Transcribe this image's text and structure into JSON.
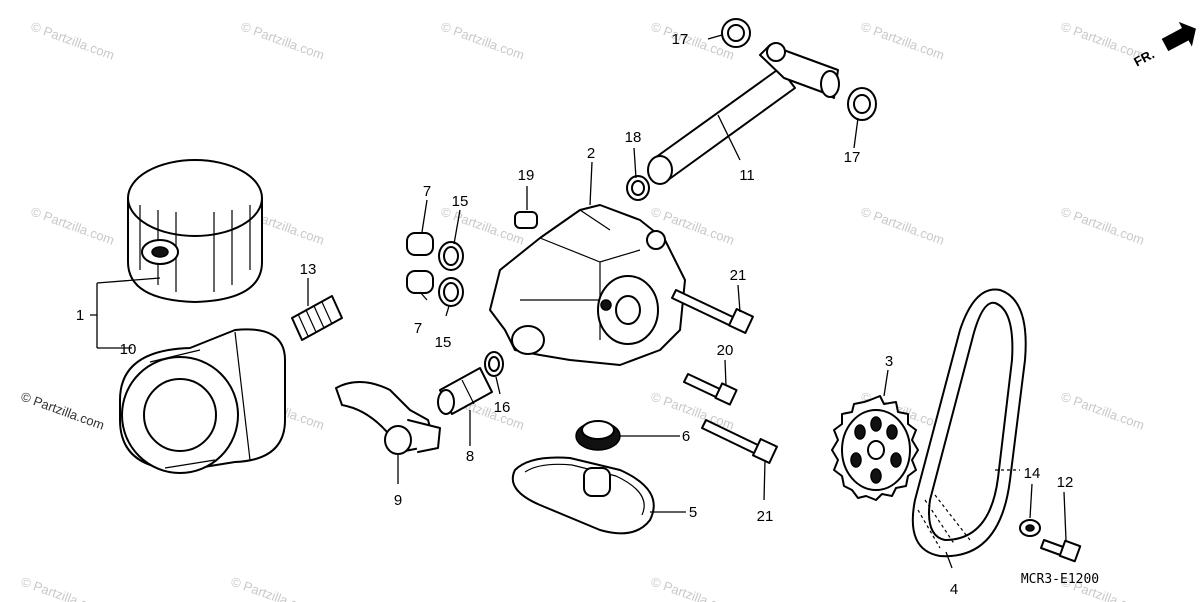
{
  "watermarks": {
    "grid_text": "© Partzilla.com",
    "side_text": "© Partzilla.com"
  },
  "diagram_code": "MCR3-E1200",
  "direction_label": "FR.",
  "callouts": {
    "c1": "1",
    "c2": "2",
    "c3": "3",
    "c4": "4",
    "c5": "5",
    "c6": "6",
    "c7a": "7",
    "c7b": "7",
    "c8": "8",
    "c9": "9",
    "c10": "10",
    "c11": "11",
    "c12": "12",
    "c13": "13",
    "c14": "14",
    "c15a": "15",
    "c15b": "15",
    "c16": "16",
    "c17a": "17",
    "c17b": "17",
    "c18": "18",
    "c19": "19",
    "c20": "20",
    "c21a": "21",
    "c21b": "21"
  }
}
